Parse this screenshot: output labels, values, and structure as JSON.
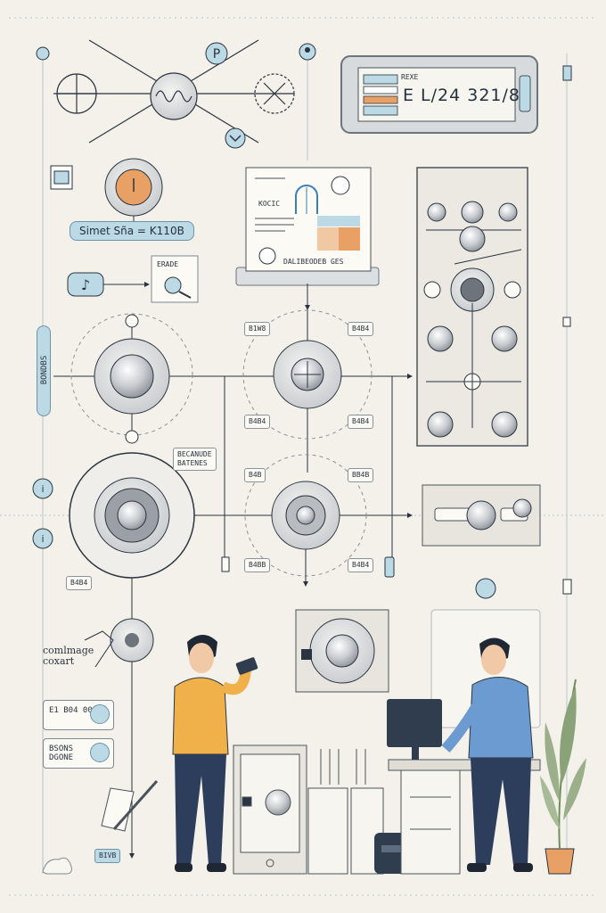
{
  "header_panel": {
    "small": "REXE",
    "readout": "E  L/24  321/8"
  },
  "equation_pill": "Simet Sña = K110B",
  "label_top_card": "ERADE",
  "side_tag": "BONDBS",
  "doc_panel": {
    "title": "KOCIC",
    "caption": "DALIBEODEB GES"
  },
  "node_labels": {
    "r1_left_top": "B1W8",
    "r1_right_top": "B4B4",
    "r1_left_bottom": "B4B4",
    "r1_right_bottom": "B4B4",
    "big_dial": "BECANUDE\nBATENES",
    "r2_left_top": "B4B",
    "r2_right_top": "BB4B",
    "r2_left_bottom": "B4BB",
    "r2_right_bottom": "B4B4",
    "left_small": "B4B4",
    "bottom_tag": "BIVB"
  },
  "annotation_left": "comlmage\ncoxart",
  "status_cards": [
    {
      "text": "E1 B04 00"
    },
    {
      "text": "BSONS\nDGONE"
    }
  ],
  "colors": {
    "background": "#f3f1e9",
    "line": "#2b3440",
    "accent_blue": "#bcd9e6",
    "accent_orange": "#e8a065",
    "shirt_yellow": "#f0b04a",
    "shirt_blue": "#6b9bd1",
    "pants": "#2c3e5c"
  },
  "icons": [
    "music-note-icon",
    "search-icon",
    "gear-icon",
    "lock-icon",
    "monitor-icon",
    "phone-icon",
    "plant-icon"
  ]
}
